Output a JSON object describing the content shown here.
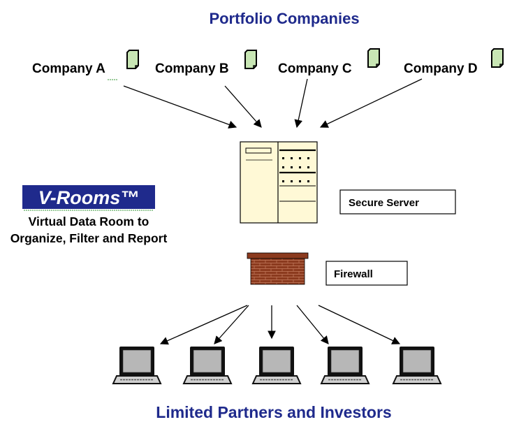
{
  "title_top": "Portfolio Companies",
  "title_bottom": "Limited Partners and Investors",
  "companies": [
    {
      "label": "Company A"
    },
    {
      "label": "Company B"
    },
    {
      "label": "Company C"
    },
    {
      "label": "Company D"
    }
  ],
  "server": {
    "label": "Secure Server"
  },
  "firewall": {
    "label": "Firewall"
  },
  "brand": {
    "name": "V-Rooms™",
    "tagline_line1": "Virtual Data Room to",
    "tagline_line2": "Organize, Filter and Report"
  },
  "colors": {
    "heading": "#1f2a8c",
    "brand_bg": "#1f2a8c",
    "document_icon": "#c8e6b4",
    "server": "#fff9d6",
    "brick": "#8b3a1e",
    "laptop_screen": "#b7b7b7"
  },
  "icons": {
    "company": "document-icon",
    "server": "server-icon",
    "firewall": "brick-wall-icon",
    "investor": "laptop-icon"
  },
  "investor_count": 5
}
